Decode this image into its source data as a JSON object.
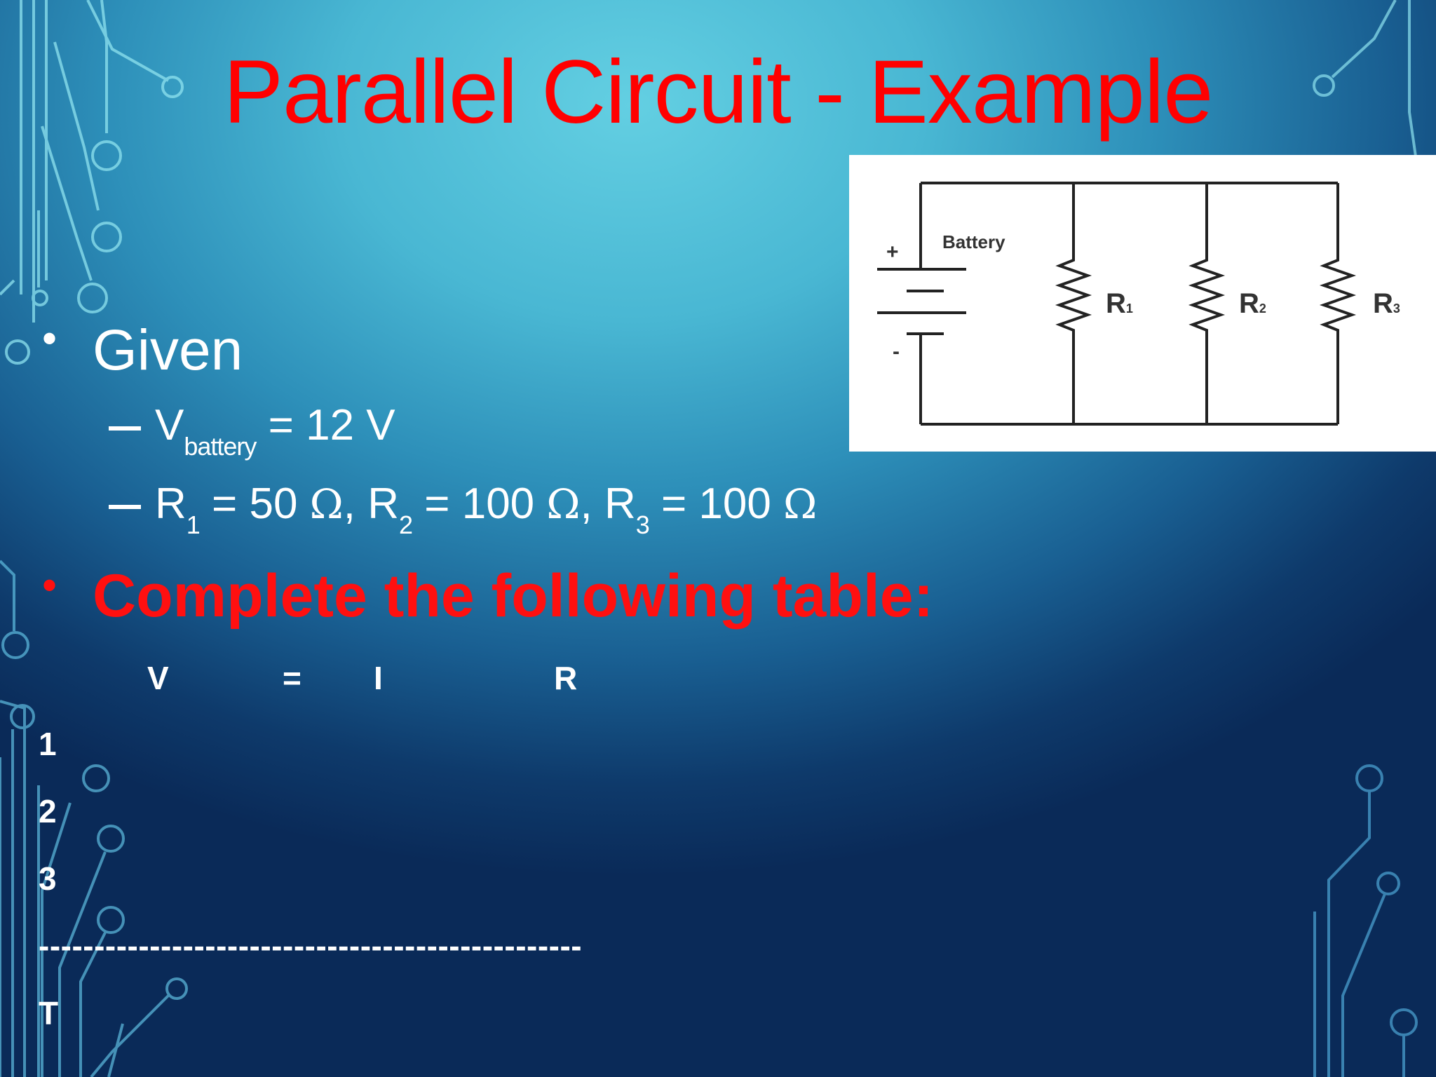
{
  "slide": {
    "title": "Parallel Circuit - Example",
    "given": {
      "heading": "Given",
      "line1": {
        "symbol": "V",
        "subscript": "battery",
        "rest": "= 12 V"
      },
      "line2": {
        "r1_symbol": "R",
        "r1_sub": "1",
        "r1_rest": "= 50 ",
        "r2_symbol": "R",
        "r2_sub": "2",
        "r2_rest": "= 100 ",
        "r3_symbol": "R",
        "r3_sub": "3",
        "r3_rest": "= 100 ",
        "omega": "Ω",
        "comma": ","
      }
    },
    "task": "Complete the following table:",
    "table": {
      "headers": {
        "v": "V",
        "eq": "=",
        "i": "I",
        "r": "R"
      },
      "rows": [
        "1",
        "2",
        "3"
      ],
      "separator": "-------------------------------------------------",
      "total": "T"
    },
    "diagram": {
      "battery_label": "Battery",
      "plus": "+",
      "minus": "-",
      "resistors": [
        {
          "letter": "R",
          "sub": "1"
        },
        {
          "letter": "R",
          "sub": "2"
        },
        {
          "letter": "R",
          "sub": "3"
        }
      ]
    },
    "colors": {
      "title": "#ff0000",
      "task": "#ff1010",
      "text": "#ffffff"
    }
  }
}
